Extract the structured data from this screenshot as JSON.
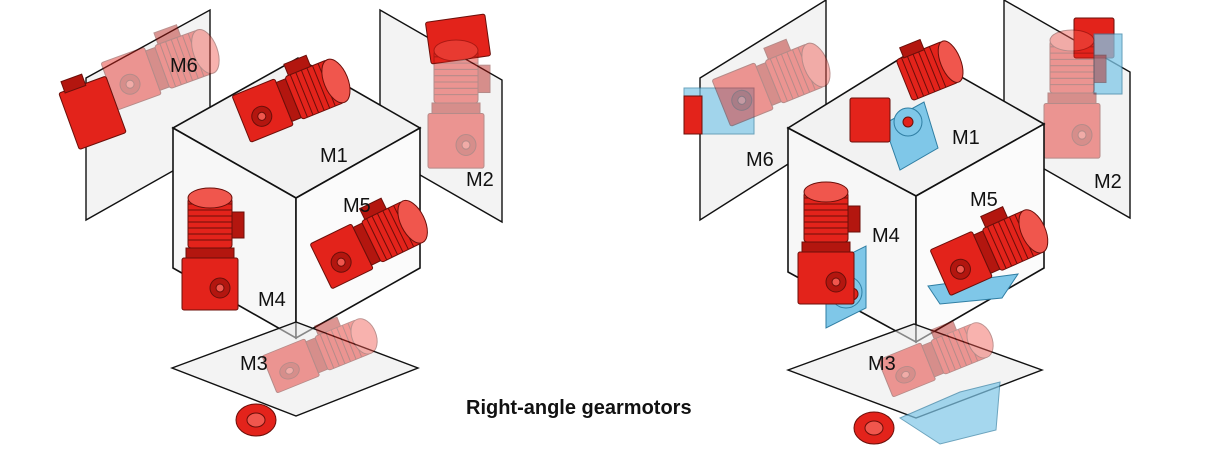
{
  "caption": "Right-angle gearmotors",
  "diagrams": [
    {
      "labels": {
        "m1": "M1",
        "m2": "M2",
        "m3": "M3",
        "m4": "M4",
        "m5": "M5",
        "m6": "M6"
      }
    },
    {
      "labels": {
        "m1": "M1",
        "m2": "M2",
        "m3": "M3",
        "m4": "M4",
        "m5": "M5",
        "m6": "M6"
      }
    }
  ],
  "colors": {
    "motor": "#e3231b",
    "flange": "#7fc7e8",
    "panel": "#e9e9e9"
  }
}
